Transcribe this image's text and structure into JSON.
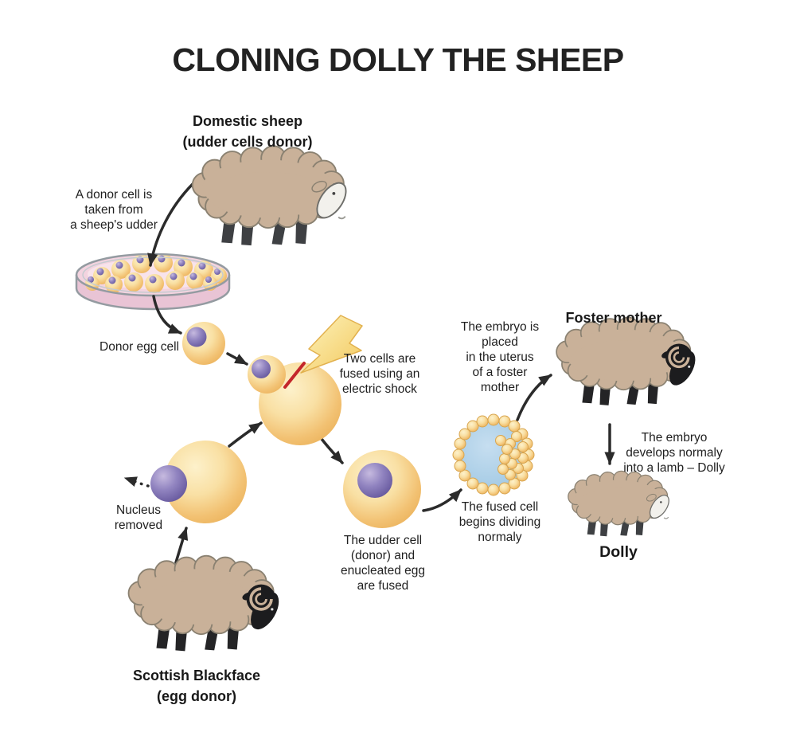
{
  "title": "CLONING DOLLY THE SHEEP",
  "labels": {
    "domestic_sheep": "Domestic sheep\n(udder cells donor)",
    "donor_cell_note": "A donor cell is\ntaken from\na sheep's udder",
    "donor_egg_cell": "Donor egg cell",
    "electric_shock_note": "Two cells are\nfused using an\nelectric shock",
    "embryo_placed_note": "The embryo is\nplaced\nin the uterus\nof a foster\nmother",
    "foster_mother": "Foster mother",
    "embryo_develops_note": "The embryo\ndevelops normaly\ninto a lamb – Dolly",
    "dolly": "Dolly",
    "fused_cell_note": "The fused cell\nbegins dividing\nnormaly",
    "udder_cell_note": "The udder cell\n(donor) and\nenucleated egg\nare fused",
    "nucleus_removed": "Nucleus\nremoved",
    "scottish_blackface": "Scottish Blackface\n(egg donor)"
  },
  "colors": {
    "background": "#ffffff",
    "text": "#1f1f1f",
    "sheep_body_tan": "#c9b199",
    "sheep_face_black": "#1c1c1e",
    "sheep_face_white": "#f2f1ec",
    "cell_yellow": "#f2c172",
    "nucleus_purple": "#6e5fa6",
    "embryo_blue": "#a6cbe3",
    "dish_pink": "#f3d3df",
    "lightning_yellow": "#f6ce63",
    "arrow_dark": "#2b2b2b"
  }
}
